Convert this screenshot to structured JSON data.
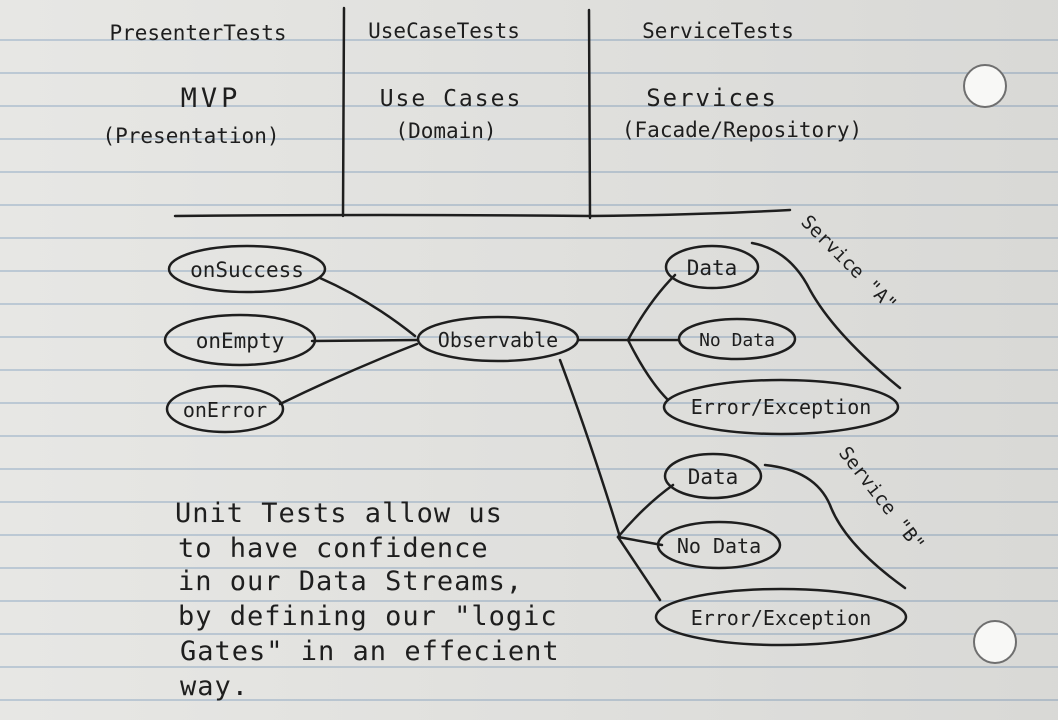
{
  "columns": {
    "presenter": {
      "header": "PresenterTests",
      "title": "MVP",
      "subtitle": "(Presentation)"
    },
    "usecase": {
      "header": "UseCaseTests",
      "title": "Use Cases",
      "subtitle": "(Domain)"
    },
    "service": {
      "header": "ServiceTests",
      "title": "Services",
      "subtitle": "(Facade/Repository)"
    }
  },
  "callbacks": {
    "success": "onSuccess",
    "empty": "onEmpty",
    "error": "onError"
  },
  "observable": "Observable",
  "service_a": {
    "label": "Service \"A\"",
    "data": "Data",
    "no_data": "No Data",
    "error": "Error/Exception"
  },
  "service_b": {
    "label": "Service \"B\"",
    "data": "Data",
    "no_data": "No Data",
    "error": "Error/Exception"
  },
  "note_lines": [
    "Unit Tests allow us",
    "to have confidence",
    "in our Data Streams,",
    "by defining our \"logic",
    "Gates\" in an effecient",
    "way."
  ],
  "colors": {
    "ink": "#1e1e1e",
    "paper": "#e6e6e3",
    "rule_line": "#b9c6d2"
  }
}
